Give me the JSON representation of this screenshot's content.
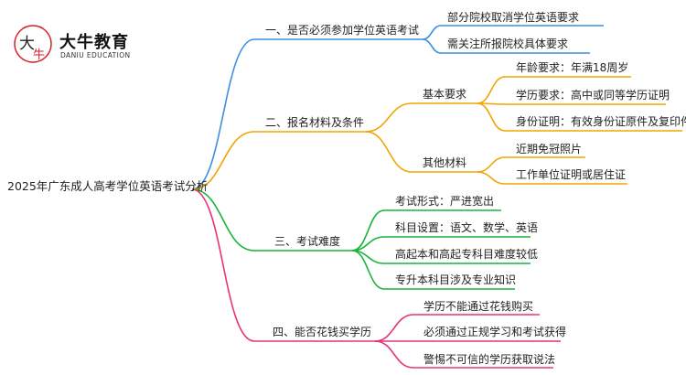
{
  "logo": {
    "brand": "大牛教育",
    "sub": "DANIU EDUCATION",
    "mark_char": "大",
    "mark_char2": "牛",
    "accent": "#d81e2c"
  },
  "root": "2025年广东成人高考学位英语考试分析",
  "colors": {
    "blue": "#3d8fe0",
    "orange": "#f0a500",
    "green": "#19b338",
    "pink": "#e6337a"
  },
  "branches": [
    {
      "label": "一、是否必须参加学位英语考试",
      "children": [
        "部分院校取消学位英语要求",
        "需关注所报院校具体要求"
      ]
    },
    {
      "label": "二、报名材料及条件",
      "groups": [
        {
          "label": "基本要求",
          "children": [
            "年龄要求：年满18周岁",
            "学历要求：高中或同等学历证明",
            "身份证明：有效身份证原件及复印件"
          ]
        },
        {
          "label": "其他材料",
          "children": [
            "近期免冠照片",
            "工作单位证明或居住证"
          ]
        }
      ]
    },
    {
      "label": "三、考试难度",
      "children": [
        "考试形式：严进宽出",
        "科目设置：语文、数学、英语",
        "高起本和高起专科目难度较低",
        "专升本科目涉及专业知识"
      ]
    },
    {
      "label": "四、能否花钱买学历",
      "children": [
        "学历不能通过花钱购买",
        "必须通过正规学习和考试获得",
        "警惕不可信的学历获取说法"
      ]
    }
  ]
}
